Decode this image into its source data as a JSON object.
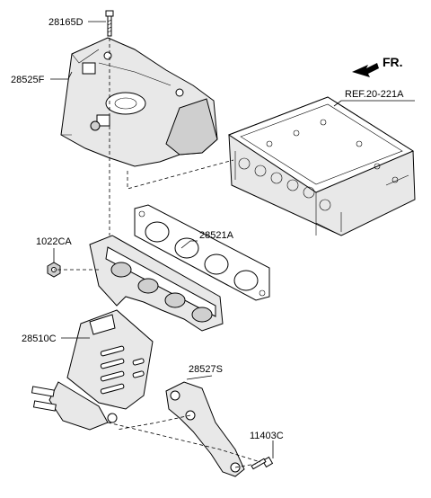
{
  "labels": {
    "p28165D": "28165D",
    "p28525F": "28525F",
    "ref": "REF.20-221A",
    "fr": "FR.",
    "p1022CA": "1022CA",
    "p28521A": "28521A",
    "p28510C": "28510C",
    "p28527S": "28527S",
    "p11403C": "11403C"
  }
}
